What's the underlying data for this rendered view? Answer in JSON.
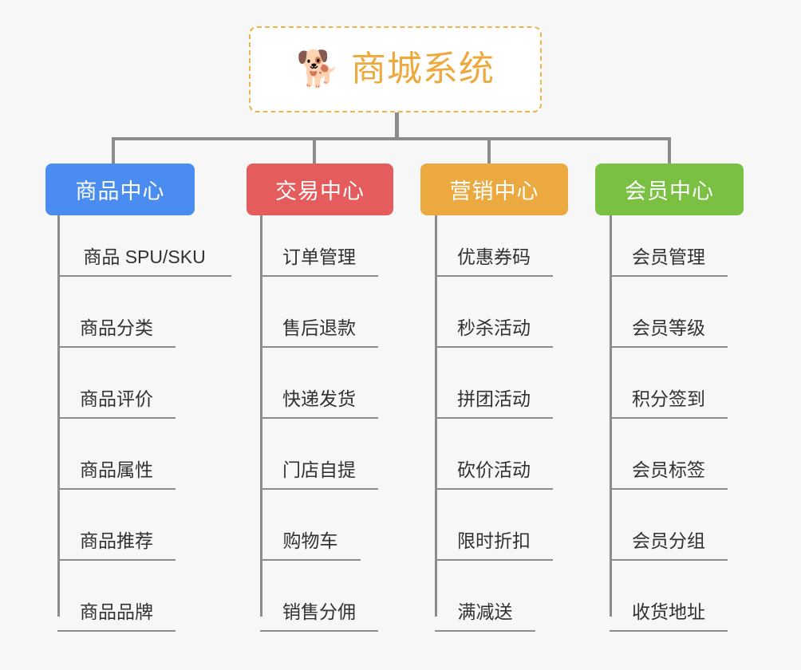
{
  "background_color": "#f7f7f7",
  "line_color": "#8c8c8c",
  "root": {
    "emoji": "🐕",
    "icon_name": "shiba-dog-face-emoji",
    "title": "商城系统",
    "title_color": "#eda93d",
    "border_color": "#efb448",
    "background": "#ffffff"
  },
  "columns": [
    {
      "id": "product-center",
      "label": "商品中心",
      "color": "#4a8cf0",
      "items": [
        "商品 SPU/SKU",
        "商品分类",
        "商品评价",
        "商品属性",
        "商品推荐",
        "商品品牌"
      ]
    },
    {
      "id": "trade-center",
      "label": "交易中心",
      "color": "#e55c5c",
      "items": [
        "订单管理",
        "售后退款",
        "快递发货",
        "门店自提",
        "购物车",
        "销售分佣"
      ]
    },
    {
      "id": "marketing-center",
      "label": "营销中心",
      "color": "#eca93f",
      "items": [
        "优惠券码",
        "秒杀活动",
        "拼团活动",
        "砍价活动",
        "限时折扣",
        "满减送"
      ]
    },
    {
      "id": "member-center",
      "label": "会员中心",
      "color": "#7ac143",
      "items": [
        "会员管理",
        "会员等级",
        "积分签到",
        "会员标签",
        "会员分组",
        "收货地址"
      ]
    }
  ]
}
